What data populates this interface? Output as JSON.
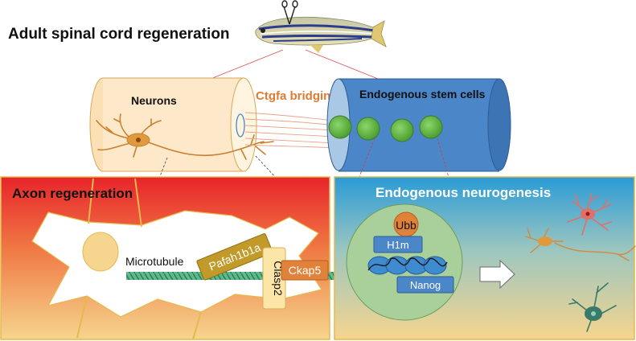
{
  "title": "Adult spinal cord regeneration",
  "cylinder": {
    "left_label": "Neurons",
    "bridge_label": "Ctgfa bridging",
    "right_label": "Endogenous  stem cells"
  },
  "left_panel": {
    "title": "Axon regeneration",
    "microtubule_label": "Microtubule",
    "proteins": [
      "Pafah1b1a",
      "Clasp2",
      "Ckap5"
    ]
  },
  "right_panel": {
    "title": "Endogenous neurogenesis",
    "factors": [
      "Ubb",
      "H1m",
      "Nanog"
    ]
  },
  "colors": {
    "neuron_tube": "#fde9c9",
    "stem_tube": "#4a86c8",
    "cell_green": "#6cbf4a",
    "axon_panel_top": "#e8242a",
    "neuro_panel_top": "#2a9bd6",
    "sand": "#f6d58e",
    "nucleus": "#a9cf9a",
    "accent_orange": "#e07a2f"
  },
  "icons": [
    "zebrafish-icon",
    "scissors-icon",
    "neuron-icon",
    "arrow-right-icon"
  ]
}
